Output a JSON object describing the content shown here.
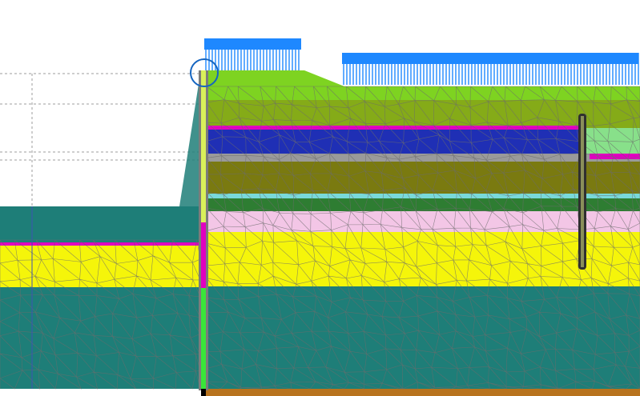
{
  "view": {
    "background": "#ffffff"
  },
  "layers": [
    {
      "name": "surface-fill-layer",
      "color": "#7ed321"
    },
    {
      "name": "upper-olive-layer",
      "color": "#7a7a10"
    },
    {
      "name": "blue-layer",
      "color": "#1f2fb5"
    },
    {
      "name": "gray-layer",
      "color": "#9a9a9a"
    },
    {
      "name": "olive-layer",
      "color": "#7a7a10"
    },
    {
      "name": "cyan-thin-layer",
      "color": "#79d9d9"
    },
    {
      "name": "dark-green-layer",
      "color": "#2e7d32"
    },
    {
      "name": "pink-layer",
      "color": "#f3c6e6"
    },
    {
      "name": "yellow-layer",
      "color": "#f5f50a"
    },
    {
      "name": "teal-base-layer",
      "color": "#1e7e78"
    },
    {
      "name": "brown-bottom-layer",
      "color": "#b8731e"
    }
  ],
  "excavation": {
    "water_color": "#1e7e78",
    "soil_color": "#f5f50a"
  },
  "structures": {
    "main_wall_color": "#8bc34a",
    "anchor_color": "#e000c0",
    "rear_pile_color": "#222222",
    "load_color": "#1e88ff",
    "mesh_color": "#6c6c6c"
  },
  "legend_text": []
}
